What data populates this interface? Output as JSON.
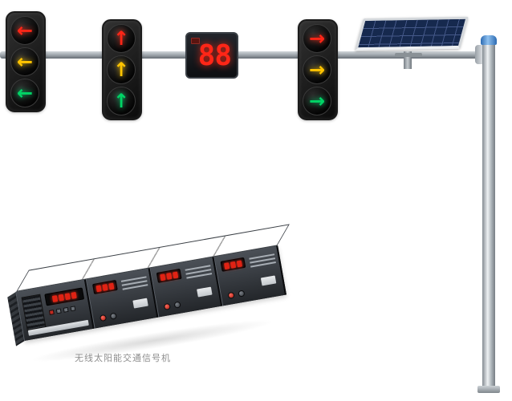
{
  "caption": "无线太阳能交通信号机",
  "countdown": {
    "value": "88"
  },
  "signal_heads": [
    {
      "name": "left-arrow-head",
      "lights": [
        {
          "color_name": "red",
          "glyph": "←"
        },
        {
          "color_name": "yellow",
          "glyph": "←"
        },
        {
          "color_name": "green",
          "glyph": "←"
        }
      ]
    },
    {
      "name": "up-arrow-head",
      "lights": [
        {
          "color_name": "red",
          "glyph": "↑"
        },
        {
          "color_name": "yellow",
          "glyph": "↑"
        },
        {
          "color_name": "green",
          "glyph": "↑"
        }
      ]
    },
    {
      "name": "right-arrow-head",
      "lights": [
        {
          "color_name": "red",
          "glyph": "→"
        },
        {
          "color_name": "yellow",
          "glyph": "→"
        },
        {
          "color_name": "green",
          "glyph": "→"
        }
      ]
    }
  ],
  "cabinet": {
    "module_count": 4
  },
  "colors": {
    "signal_red": "#ff2617",
    "signal_yellow": "#ffc400",
    "signal_green": "#00d465",
    "solar_panel_blue": "#16294e",
    "pole_gray": "#aab1b7",
    "pole_cap_blue": "#2d6bb2",
    "cabinet_gray": "#3a3f46"
  }
}
